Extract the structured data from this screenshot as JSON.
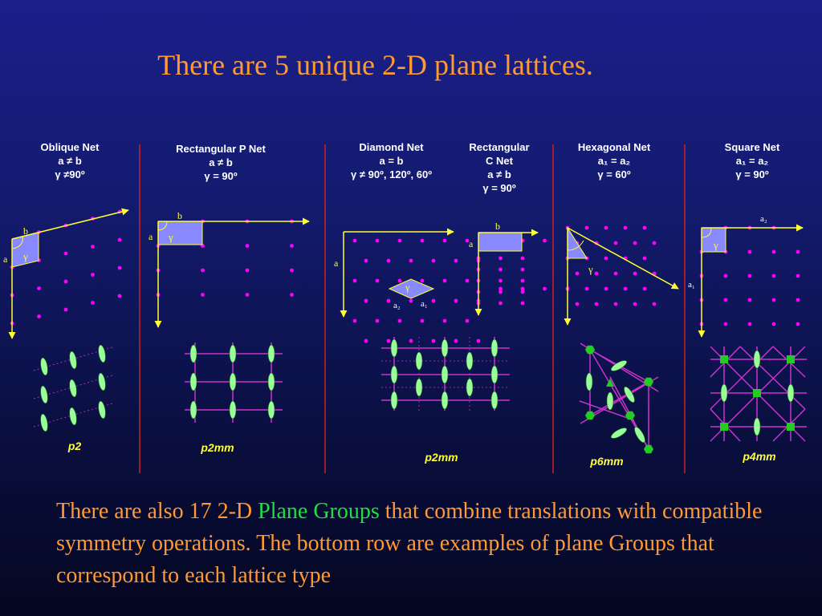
{
  "title": "There are 5 unique 2-D plane lattices.",
  "nets": [
    {
      "name": "Oblique Net",
      "line1": "a ≠ b",
      "line2": "γ ≠90º",
      "group": "p2"
    },
    {
      "name": "Rectangular P Net",
      "line1": "a ≠ b",
      "line2": "γ = 90º",
      "group": "p2mm"
    },
    {
      "name": "Diamond Net",
      "line1": "a = b",
      "line2": "γ ≠ 90º, 120º, 60º",
      "group": "p2mm"
    },
    {
      "name1": "Rectangular",
      "name2": "C Net",
      "line1": "a ≠ b",
      "line2": "γ = 90º"
    },
    {
      "name": "Hexagonal Net",
      "line1": "a₁ = a₂",
      "line2": "γ = 60º",
      "group": "p6mm"
    },
    {
      "name": "Square Net",
      "line1": "a₁ = a₂",
      "line2": "γ = 90º",
      "group": "p4mm"
    }
  ],
  "diagram_labels": {
    "a": "a",
    "b": "b",
    "gamma": "γ",
    "a1": "a₁",
    "a2": "a₂"
  },
  "bottom": {
    "part1": "There are also 17 2-D ",
    "highlight": "Plane Groups",
    "part2": " that combine translations with compatible symmetry operations. The bottom row are examples of plane Groups that correspond to each lattice type"
  },
  "colors": {
    "title": "#ff9933",
    "axis": "#ffff33",
    "dot": "#ff00ff",
    "cell": "#8888ff",
    "divider": "#cc2222",
    "mirror": "#cc33cc",
    "motif": "#99ff99",
    "highlight": "#22dd44"
  }
}
